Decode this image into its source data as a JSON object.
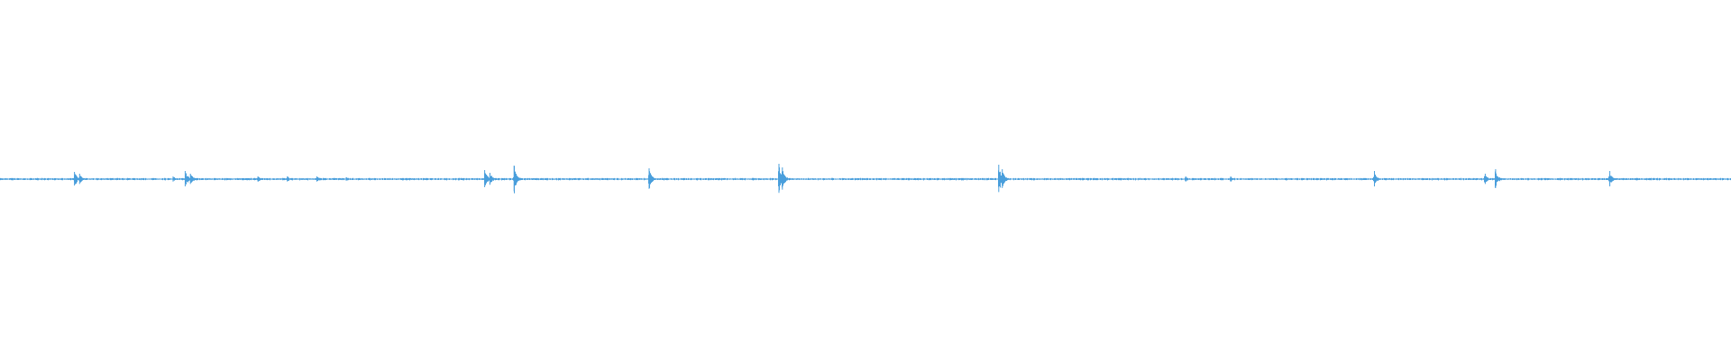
{
  "chart_data": {
    "type": "line",
    "title": "",
    "xlabel": "",
    "ylabel": "",
    "grid": false,
    "legend": "none",
    "ylim": [
      -1,
      1
    ],
    "series": [
      {
        "color": "#4a9fdc",
        "baseline": 0,
        "noise_amplitude": 0.006,
        "transients": [
          {
            "t": 0.043,
            "amp": 0.04
          },
          {
            "t": 0.046,
            "amp": 0.03
          },
          {
            "t": 0.1,
            "amp": 0.015
          },
          {
            "t": 0.107,
            "amp": 0.045
          },
          {
            "t": 0.11,
            "amp": 0.03
          },
          {
            "t": 0.149,
            "amp": 0.015
          },
          {
            "t": 0.166,
            "amp": 0.015
          },
          {
            "t": 0.183,
            "amp": 0.015
          },
          {
            "t": 0.2,
            "amp": 0.01
          },
          {
            "t": 0.28,
            "amp": 0.05
          },
          {
            "t": 0.283,
            "amp": 0.035
          },
          {
            "t": 0.297,
            "amp": 0.075
          },
          {
            "t": 0.375,
            "amp": 0.06
          },
          {
            "t": 0.45,
            "amp": 0.085
          },
          {
            "t": 0.452,
            "amp": 0.065
          },
          {
            "t": 0.577,
            "amp": 0.08
          },
          {
            "t": 0.579,
            "amp": 0.055
          },
          {
            "t": 0.685,
            "amp": 0.015
          },
          {
            "t": 0.711,
            "amp": 0.015
          },
          {
            "t": 0.794,
            "amp": 0.045
          },
          {
            "t": 0.858,
            "amp": 0.03
          },
          {
            "t": 0.864,
            "amp": 0.055
          },
          {
            "t": 0.93,
            "amp": 0.045
          }
        ]
      }
    ]
  }
}
